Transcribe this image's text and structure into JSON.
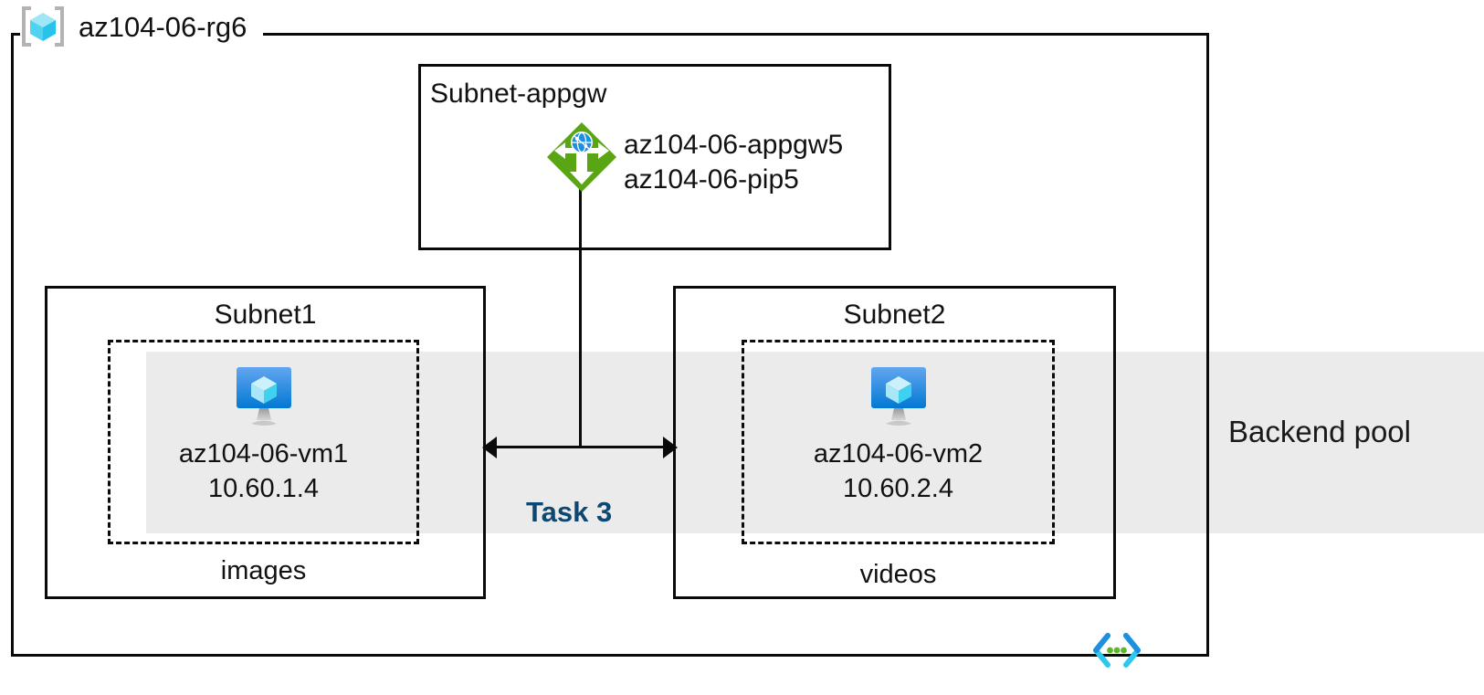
{
  "diagram": {
    "resource_group": {
      "name": "az104-06-rg6",
      "icon": "resource-group-cube-icon"
    },
    "backend_pool": {
      "label": "Backend pool",
      "band_color": "#ebebeb"
    },
    "task_marker": {
      "label": "Task 3",
      "color": "#0d4872"
    },
    "code_icon": {
      "icon": "angle-brackets-dots-icon",
      "bracket_top_color": "#1f8fe0",
      "bracket_bottom_color": "#2ec8ee",
      "dot_color": "#5cb82a"
    },
    "subnets": [
      {
        "id": "subnet-appgw",
        "title": "Subnet-appgw",
        "resources": [
          {
            "icon": "application-gateway-icon",
            "icon_color": "#59a514",
            "lines": [
              "az104-06-appgw5",
              "az104-06-pip5"
            ]
          }
        ]
      },
      {
        "id": "subnet1",
        "title": "Subnet1",
        "footer": "images",
        "resources": [
          {
            "icon": "virtual-machine-icon",
            "icon_color": "#0078d4",
            "name": "az104-06-vm1",
            "ip": "10.60.1.4"
          }
        ]
      },
      {
        "id": "subnet2",
        "title": "Subnet2",
        "footer": "videos",
        "resources": [
          {
            "icon": "virtual-machine-icon",
            "icon_color": "#0078d4",
            "name": "az104-06-vm2",
            "ip": "10.60.2.4"
          }
        ]
      }
    ]
  }
}
